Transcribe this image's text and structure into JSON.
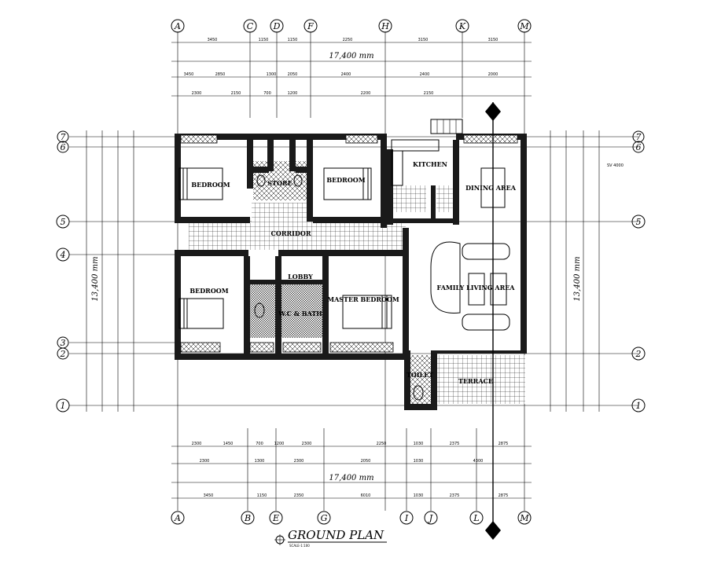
{
  "title": "GROUND PLAN",
  "scale_note": "SCALE-1:100",
  "overall_width": "17,400 mm",
  "overall_depth_left": "13,400 mm",
  "overall_depth_right": "13,400 mm",
  "level_note": "SV 4000",
  "grid_top": [
    "A",
    "C",
    "D",
    "F",
    "H",
    "K",
    "M"
  ],
  "grid_bottom": [
    "A",
    "B",
    "E",
    "G",
    "I",
    "J",
    "L",
    "M"
  ],
  "grid_left": [
    "7",
    "6",
    "5",
    "4",
    "3",
    "2",
    "1"
  ],
  "grid_right": [
    "7",
    "6",
    "5",
    "2",
    "1"
  ],
  "dims_top_row1": [
    "3450",
    "1150",
    "1150",
    "2250",
    "3150",
    "3150"
  ],
  "dims_top_row2": [
    "3450",
    "2850",
    "1300",
    "2050",
    "2400",
    "2400",
    "2000"
  ],
  "dims_top_row3": [
    "2300",
    "2150",
    "700",
    "1200",
    "2200",
    "2150"
  ],
  "dims_bottom_row1": [
    "2300",
    "1450",
    "700",
    "1200",
    "2300",
    "2250",
    "1030",
    "2375",
    "2875"
  ],
  "dims_bottom_row2": [
    "2300",
    "1300",
    "2300",
    "2050",
    "1030",
    "4300"
  ],
  "dims_bottom_row3": [
    "3450",
    "1150",
    "2350",
    "6010",
    "1030",
    "2375",
    "2875"
  ],
  "rooms": {
    "bedroom_1": "BEDROOM",
    "bedroom_2": "BEDROOM",
    "bedroom_3": "BEDROOM",
    "master_bedroom": "MASTER BEDROOM",
    "kitchen": "KITCHEN",
    "dining": "DINING AREA",
    "family_living": "FAMILY LIVING AREA",
    "corridor": "CORRIDOR",
    "terrace": "TERRACE",
    "toilet": "TOILET",
    "wc_bath": "W.C & BATH",
    "store": "STORE",
    "lobby": "LOBBY"
  }
}
